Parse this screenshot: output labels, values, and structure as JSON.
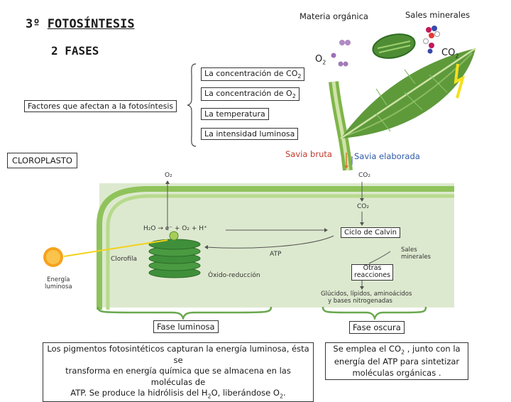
{
  "header": {
    "title_prefix": "3º",
    "title": "FOTOSÍNTESIS",
    "subtitle": "2 FASES"
  },
  "leaf_labels": {
    "organic_matter": "Materia orgánica",
    "mineral_salts": "Sales minerales",
    "o2": "O",
    "o2_sub": "2",
    "co2": "CO",
    "co2_sub": "2",
    "raw_sap": "Savia bruta",
    "processed_sap": "Savia elaborada"
  },
  "factors": {
    "label": "Factores que afectan a la fotosíntesis",
    "items": [
      {
        "text": "La concentración de CO",
        "sub": "2"
      },
      {
        "text": "La concentración de O",
        "sub": "2"
      },
      {
        "text": "La temperatura",
        "sub": ""
      },
      {
        "text": "La intensidad luminosa",
        "sub": ""
      }
    ]
  },
  "chloroplast": {
    "label": "CLOROPLASTO",
    "o2": "O₂",
    "co2": "CO₂",
    "co2_inner": "CO₂",
    "reaction": "H₂O  →  e⁻  +  O₂  +  H⁺",
    "atp": "ATP",
    "chlorophyll": "Clorofila",
    "redox": "Óxido-reducción",
    "light_energy_1": "Energía",
    "light_energy_2": "luminosa",
    "salts_1": "Sales",
    "salts_2": "minerales",
    "products_1": "Glúcidos, lípidos, aminoácidos",
    "products_2": "y bases nitrogenadas",
    "calvin": "Ciclo de Calvin",
    "other_1": "Otras",
    "other_2": "reacciones"
  },
  "phases": {
    "light_label": "Fase luminosa",
    "dark_label": "Fase oscura",
    "light_desc_1": "Los pigmentos fotosintéticos capturan la energía luminosa, ésta se",
    "light_desc_2": "transforma en energía química que se almacena en las moléculas de",
    "light_desc_3": "ATP. Se produce la hidrólisis del H",
    "light_desc_3b": "2",
    "light_desc_3c": "O, liberándose O",
    "light_desc_3d": "2",
    "light_desc_3e": ".",
    "dark_desc_1": "Se emplea el CO",
    "dark_desc_1b": "2",
    "dark_desc_1c": " , junto con la",
    "dark_desc_2": "energía del ATP para sintetizar",
    "dark_desc_3": "moléculas orgánicas ."
  },
  "colors": {
    "leaf": "#5e9a3a",
    "chloroplast_bg": "#dde9cf",
    "membrane": "#8fc35a",
    "grana": "#3f8f3a",
    "sun": "#f6a21c",
    "bracket": "#6aa84f"
  }
}
